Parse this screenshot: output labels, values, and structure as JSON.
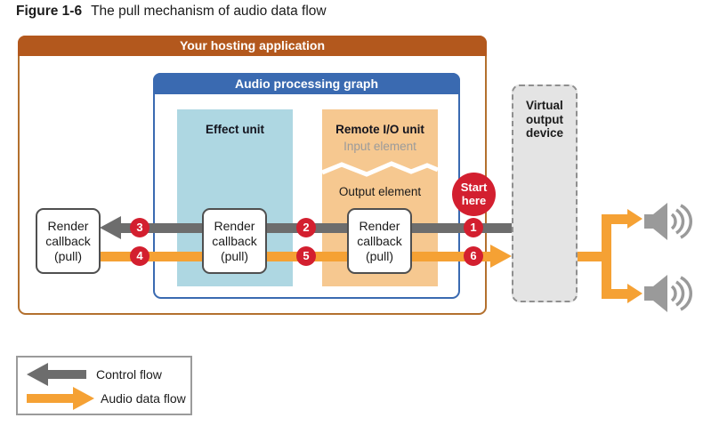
{
  "figure": {
    "label": "Figure 1-6",
    "caption": "The pull mechanism of audio data flow"
  },
  "hosting_app": {
    "title": "Your hosting application"
  },
  "processing_graph": {
    "title": "Audio processing graph"
  },
  "effect_unit": {
    "title": "Effect unit"
  },
  "remote_io_unit": {
    "title": "Remote I/O unit",
    "input_label": "Input element",
    "output_label": "Output element"
  },
  "render_callback": {
    "line1": "Render",
    "line2": "callback",
    "line3": "(pull)"
  },
  "start_marker": {
    "line1": "Start",
    "line2": "here"
  },
  "badges": {
    "control_right": "1",
    "control_mid": "2",
    "control_left": "3",
    "audio_left": "4",
    "audio_mid": "5",
    "audio_right": "6"
  },
  "virtual_device": {
    "line1": "Virtual",
    "line2": "output",
    "line3": "device"
  },
  "legend": {
    "control_label": "Control flow",
    "audio_label": "Audio data flow"
  },
  "colors": {
    "hosting_header": "#b3581d",
    "graph_header": "#3a6ab1",
    "effect_fill": "#aed7e2",
    "remote_fill": "#f6c890",
    "badge_red": "#d31f2f",
    "audio_orange": "#f5a134",
    "control_gray": "#6d6d6d",
    "device_fill": "#e4e4e4",
    "speaker_gray": "#9a9a9a"
  }
}
